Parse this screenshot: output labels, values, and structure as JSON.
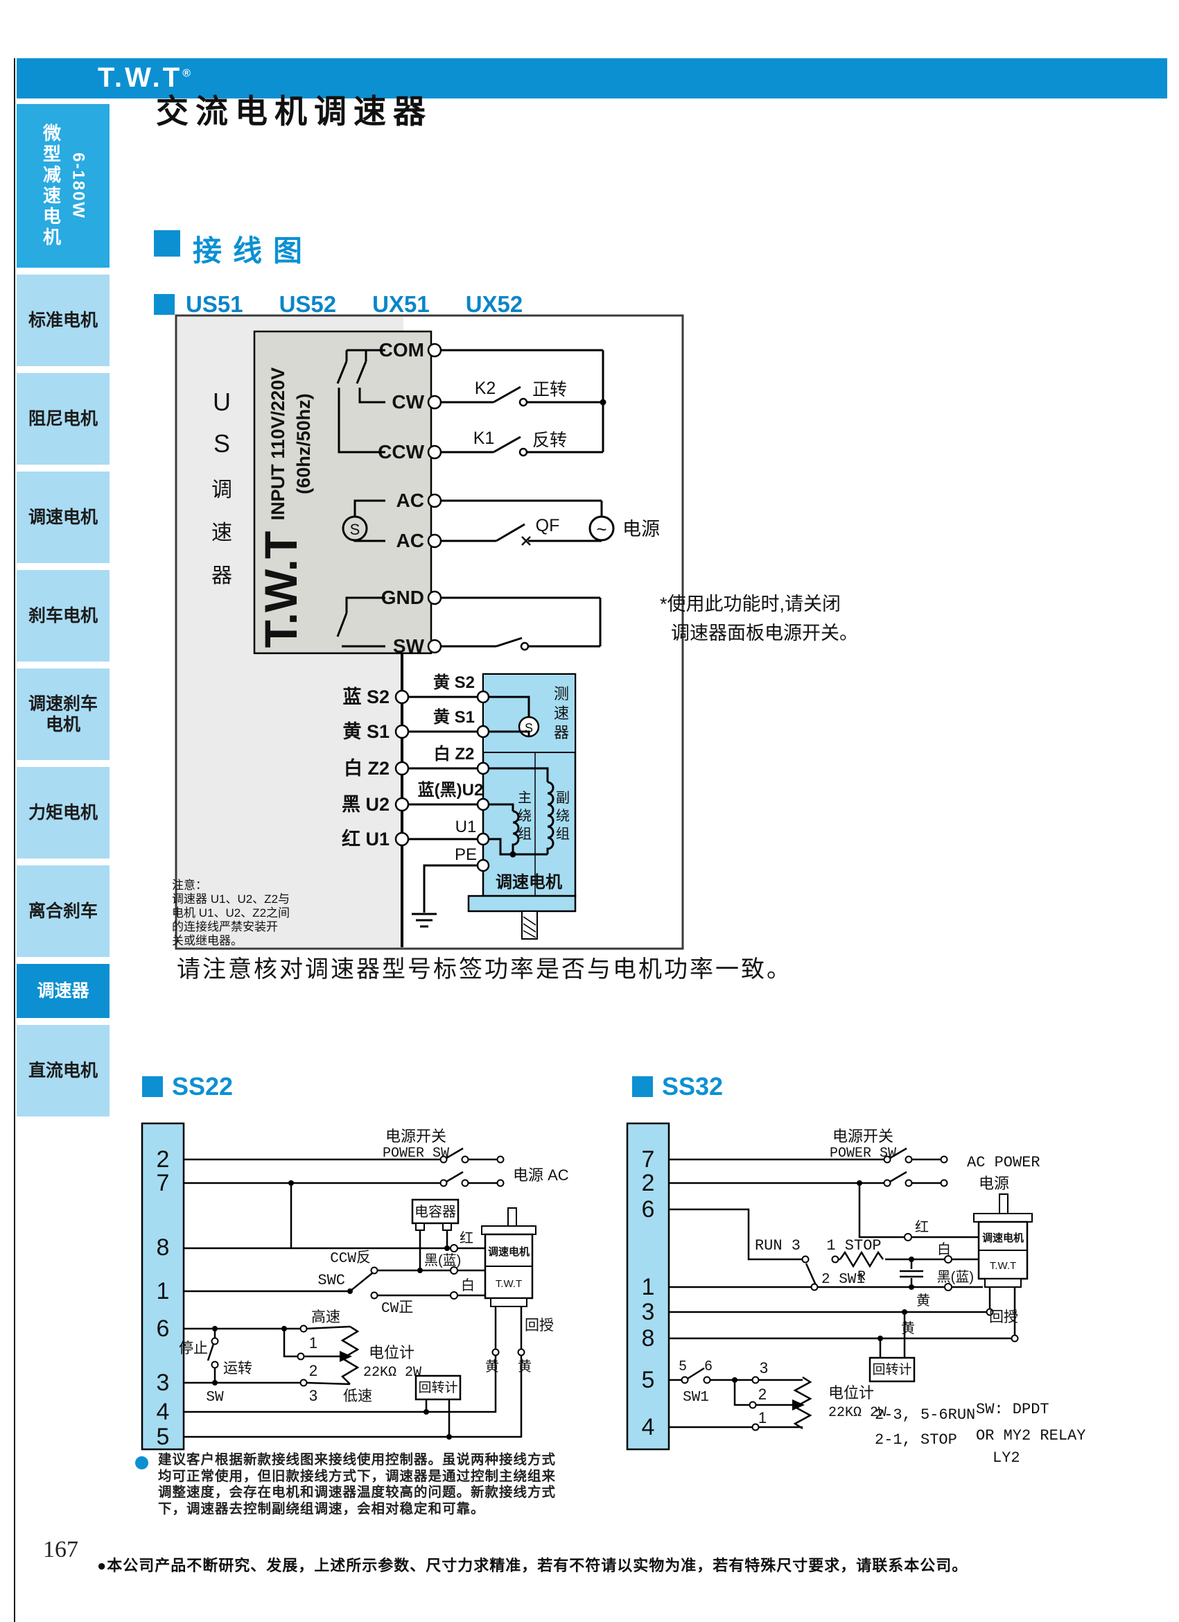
{
  "colors": {
    "accent": "#0c90d2",
    "sidebar_light": "#a9dbf3",
    "sidebar_bright": "#29aae1",
    "motor_blue": "#a5dcf2",
    "red_note": "#d9363c",
    "brand_blue": "#5577b8"
  },
  "header": {
    "logo": "T.W.T",
    "reg": "®"
  },
  "sidebar": {
    "top": {
      "label": "微型减速电机",
      "power": "6-180W"
    },
    "items": [
      {
        "label": "标准电机"
      },
      {
        "label": "阻尼电机"
      },
      {
        "label": "调速电机"
      },
      {
        "label": "刹车电机"
      },
      {
        "label": "调速刹车电机"
      },
      {
        "label": "力矩电机"
      },
      {
        "label": "离合刹车"
      },
      {
        "label": "调速器"
      },
      {
        "label": "直流电机"
      }
    ]
  },
  "page": {
    "title": "交流电机调速器",
    "section": "接线图",
    "models": [
      "US51",
      "US52",
      "UX51",
      "UX52"
    ],
    "power_check": "请注意核对调速器型号标签功率是否与电机功率一致。",
    "page_number": "167",
    "footer": "●本公司产品不断研究、发展，上述所示参数、尺寸力求精准，若有不符请以实物为准，若有特殊尺寸要求，请联系本公司。"
  },
  "us": {
    "ctrl": [
      "U",
      "S",
      "调",
      "速",
      "器"
    ],
    "input1": "INPUT 110V/220V",
    "input2": "(60hz/50hz)",
    "brand": "T.W.T",
    "terminals": [
      "COM",
      "CW",
      "CCW",
      "AC",
      "AC",
      "GND",
      "SW"
    ],
    "k2": "K2",
    "k1": "K1",
    "fwd": "正转",
    "rev": "反转",
    "qf": "QF",
    "power": "电源",
    "s_symbol": "S",
    "ac_symbol": "~",
    "note_red1": "*使用此功能时,请关闭",
    "note_red2": "调速器面板电源开关。",
    "left_terms": [
      "蓝 S2",
      "黄 S1",
      "白 Z2",
      "黑 U2",
      "红 U1"
    ],
    "wire_terms": [
      "黄 S2",
      "黄 S1",
      "白 Z2",
      "蓝(黑)U2",
      "U1",
      "PE"
    ],
    "tacho_chars": [
      "测",
      "速",
      "器"
    ],
    "main_chars": [
      "主",
      "绕",
      "组"
    ],
    "aux_chars": [
      "副",
      "绕",
      "组"
    ],
    "motor": "调速电机",
    "notice": [
      "注意：",
      "调速器 U1、U2、Z2与",
      "电机 U1、U2、Z2之间",
      "的连接线严禁安装开",
      "关或继电器。"
    ]
  },
  "ss22": {
    "title": "SS22",
    "pins": [
      "2",
      "7",
      "8",
      "1",
      "6",
      "3",
      "4",
      "5"
    ],
    "power_sw_cn": "电源开关",
    "power_sw_en": "POWER SW",
    "ac": "电源 AC",
    "cap": "电容器",
    "red": "红",
    "black": "黑(蓝)",
    "white": "白",
    "ccw": "CCW反",
    "swc": "SWC",
    "cw": "CW正",
    "motor": "调速电机",
    "brand": "T.W.T",
    "feedback": "回授",
    "yellow1": "黄",
    "yellow2": "黄",
    "stop": "停止",
    "run": "运转",
    "sw": "SW",
    "high": "高速",
    "low": "低速",
    "p1": "1",
    "p2": "2",
    "p3": "3",
    "pot": "电位计",
    "pot_val": "22KΩ 2W",
    "tacho": "回转计"
  },
  "ss32": {
    "title": "SS32",
    "pins": [
      "7",
      "2",
      "6",
      "1",
      "3",
      "8",
      "5",
      "4"
    ],
    "power_sw_cn": "电源开关",
    "power_sw_en": "POWER SW",
    "ac_power": "AC POWER",
    "power": "电源",
    "run3": "RUN 3",
    "stop1": "1 STOP",
    "r": "R",
    "sw1_2": "2 SW1",
    "red": "红",
    "white": "白",
    "black": "黑(蓝)",
    "yellow1": "黄",
    "yellow2": "黄",
    "motor": "调速电机",
    "brand": "T.W.T",
    "feedback": "回授",
    "tacho": "回转计",
    "n5": "5",
    "n6": "6",
    "sw1": "SW1",
    "p3": "3",
    "p2": "2",
    "p1": "1",
    "pot": "电位计",
    "pot_val": "22KΩ 2W",
    "note1": "2-3, 5-6RUN",
    "note2": "2-1, STOP",
    "note3": "SW: DPDT",
    "note4": "OR MY2 RELAY",
    "note5": "LY2"
  },
  "note": {
    "lines": [
      "建议客户根据新款接线图来接线使用控制器。虽说两种接线方式",
      "均可正常使用，但旧款接线方式下，调速器是通过控制主绕组来",
      "调整速度，会存在电机和调速器温度较高的问题。新款接线方式",
      "下，调速器去控制副绕组调速，会相对稳定和可靠。"
    ]
  }
}
